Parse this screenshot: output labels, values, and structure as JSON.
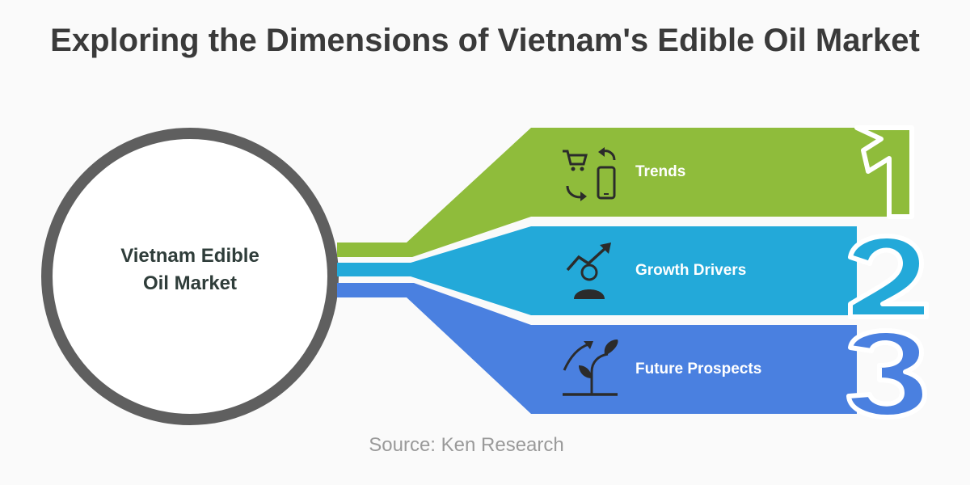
{
  "title": "Exploring the Dimensions of Vietnam's Edible Oil Market",
  "center": {
    "line1": "Vietnam Edible",
    "line2": "Oil Market"
  },
  "items": [
    {
      "number": "1",
      "label": "Trends",
      "icon": "shopping-cart-phone-sync-icon",
      "color": "#8fbc3b"
    },
    {
      "number": "2",
      "label": "Growth Drivers",
      "icon": "growth-person-arrow-icon",
      "color": "#23a9d9"
    },
    {
      "number": "3",
      "label": "Future Prospects",
      "icon": "sprout-growth-icon",
      "color": "#4a80e0"
    }
  ],
  "colors": {
    "circle": "#5f5f5f",
    "title": "#3a3a3a",
    "source": "#9a9a9a"
  },
  "source": "Source: Ken Research"
}
